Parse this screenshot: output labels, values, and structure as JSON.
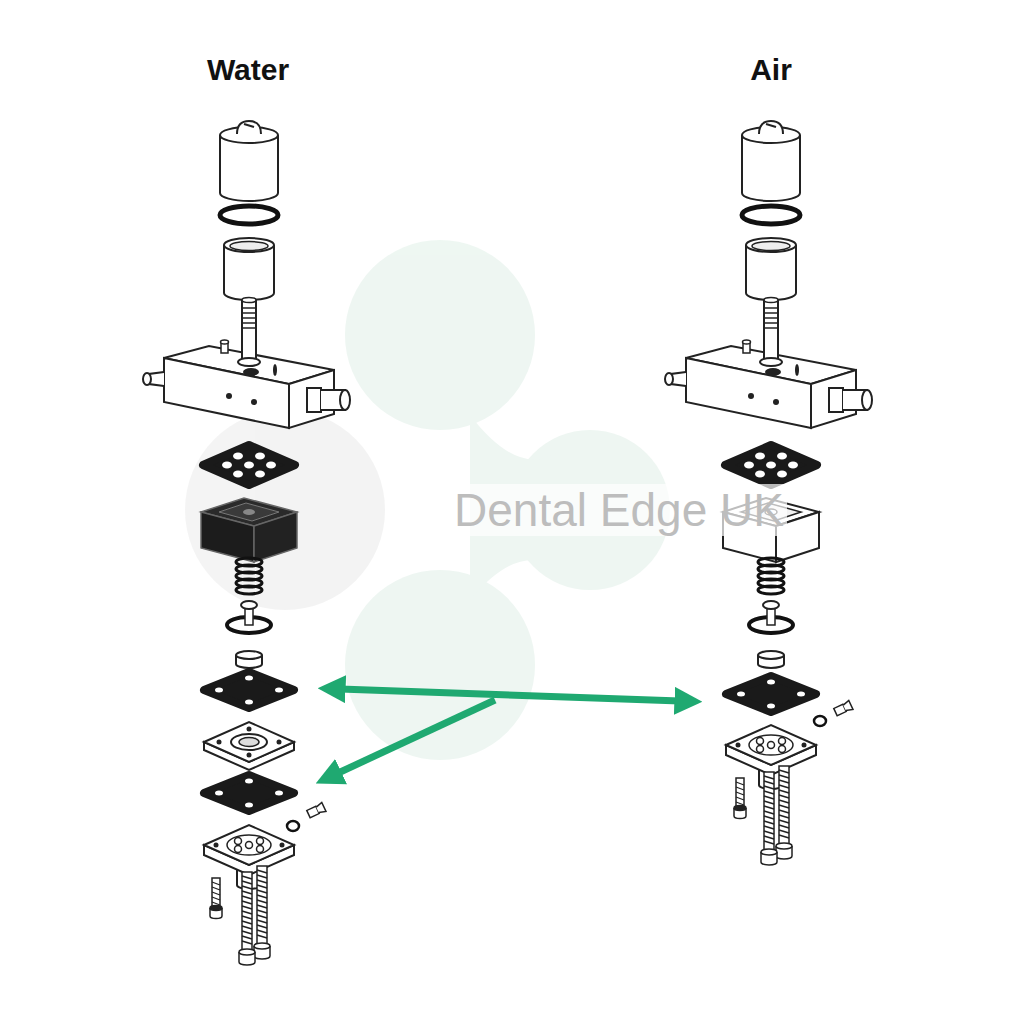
{
  "diagram": {
    "labels": [
      "Water",
      "Air",
      "Dental Edge UK"
    ]
  }
}
